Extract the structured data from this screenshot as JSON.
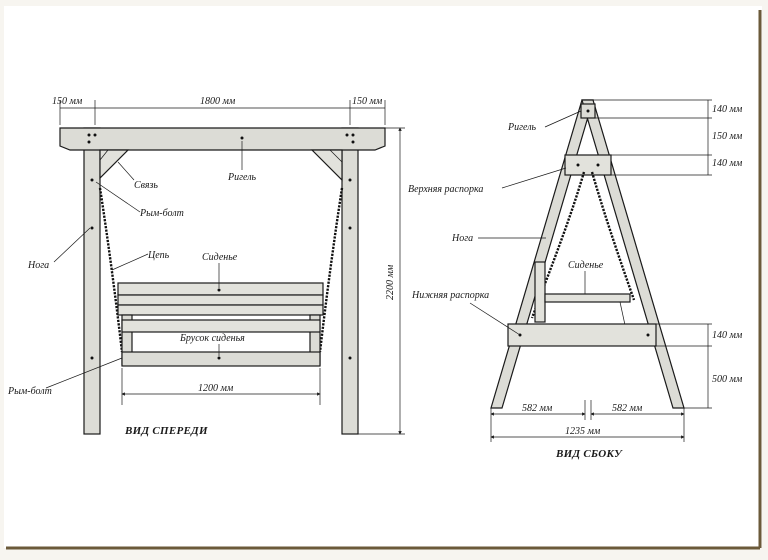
{
  "front": {
    "dim_left": "150 мм",
    "dim_center": "1800 мм",
    "dim_right": "150 мм",
    "dim_height": "2200 мм",
    "dim_seat": "1200 мм",
    "label_crossbar": "Ригель",
    "label_brace": "Связь",
    "label_eyebolt_top": "Рым-болт",
    "label_leg": "Нога",
    "label_chain": "Цепь",
    "label_seat": "Сиденье",
    "label_seat_beam": "Брусок сиденья",
    "label_eyebolt_bottom": "Рым-болт",
    "caption": "ВИД СПЕРЕДИ"
  },
  "side": {
    "label_crossbar": "Ригель",
    "label_upper_brace": "Верхняя распорка",
    "label_leg": "Нога",
    "label_seat": "Сиденье",
    "label_lower_brace": "Нижняя распорка",
    "dim_140_top": "140 мм",
    "dim_150": "150 мм",
    "dim_140_mid": "140 мм",
    "dim_140_low": "140 мм",
    "dim_500": "500 мм",
    "dim_582_left": "582 мм",
    "dim_582_right": "582 мм",
    "dim_1235": "1235 мм",
    "caption": "ВИД СБОКУ"
  },
  "colors": {
    "frame_border": "#6b5a3a",
    "ink": "#1a1a1a",
    "wood": "#dcdcd6"
  }
}
